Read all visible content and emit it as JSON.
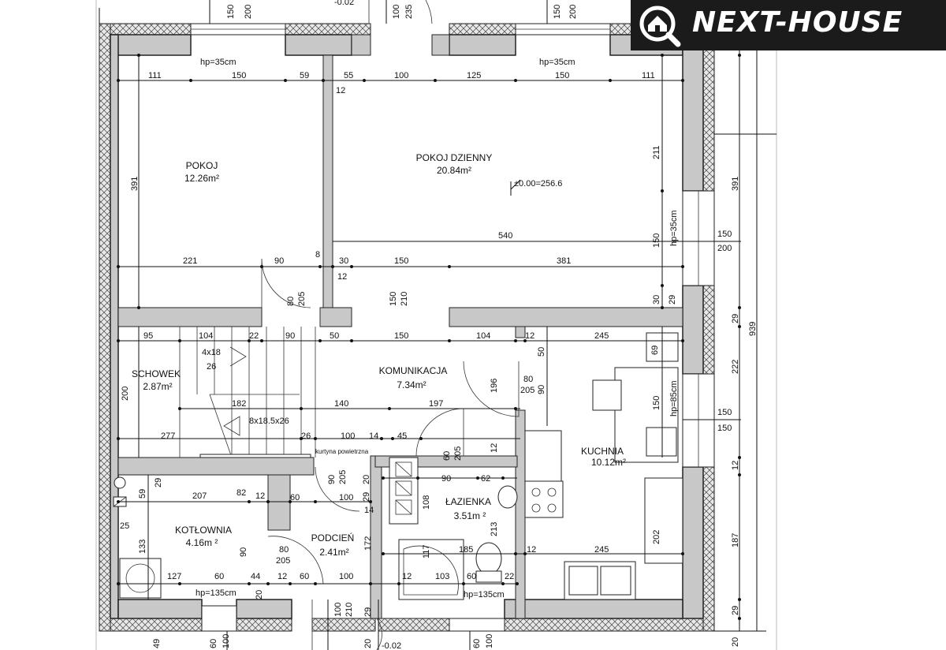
{
  "brand": {
    "name": "NEXT-HOUSE",
    "colors": {
      "logo_bg": "#1b1b1b",
      "logo_fg": "#ffffff",
      "wall": "#c8c8c8",
      "line": "#111111"
    },
    "icon": "house-magnifier-icon"
  },
  "rooms": [
    {
      "id": "pokoj",
      "name": "POKOJ",
      "area": "12.26m²"
    },
    {
      "id": "dzienny",
      "name": "POKOJ DZIENNY",
      "area": "20.84m²"
    },
    {
      "id": "schowek",
      "name": "SCHOWEK",
      "area": "2.87m²"
    },
    {
      "id": "komunikacja",
      "name": "KOMUNIKACJA",
      "area": "7.34m²"
    },
    {
      "id": "kuchnia",
      "name": "KUCHNIA",
      "area": "10.12m²"
    },
    {
      "id": "lazienka",
      "name": "ŁAZIENKA",
      "area": "3.51m ²"
    },
    {
      "id": "kotlownia",
      "name": "KOTŁOWNIA",
      "area": "4.16m ²"
    },
    {
      "id": "podcien",
      "name": "PODCIEŃ",
      "area": "2.41m²"
    }
  ],
  "level_marks": {
    "main": "±0.00=256.6",
    "top": "-0.02",
    "bottom": "-0.02"
  },
  "notes": {
    "kurtyna": "kurtyna powietrzna",
    "stairs_a": "4x18",
    "stairs_a2": "26",
    "stairs_b": "8x18.5x26"
  },
  "dims": {
    "top_window_a_1": "150",
    "top_window_a_2": "200",
    "top_door_1": "100",
    "top_door_2": "235",
    "top_window_b_1": "150",
    "top_window_b_2": "200",
    "hp_l": "hp=35cm",
    "hp_r": "hp=35cm",
    "r1_111": "111",
    "r1_150a": "150",
    "r1_59": "59",
    "r1_55": "55",
    "r1_100": "100",
    "r1_125": "125",
    "r1_150b": "150",
    "r1_111b": "111",
    "r1_12": "12",
    "v_391": "391",
    "v_211": "211",
    "v_hp35": "hp=35cm",
    "v_150": "150",
    "v_30": "30",
    "v_29": "29",
    "r540": "540",
    "r2_221": "221",
    "r2_90": "90",
    "r2_8": "8",
    "r2_30": "30",
    "r2_150": "150",
    "r2_381": "381",
    "r2_12": "12",
    "door_80": "80",
    "door_205": "205",
    "door_150": "150",
    "door_210": "210",
    "r3_95": "95",
    "r3_104a": "104",
    "r3_22": "22",
    "r3_90": "90",
    "r3_50": "50",
    "r3_150": "150",
    "r3_104b": "104",
    "r3_12": "12",
    "r3_245": "245",
    "v_200": "200",
    "v_50": "50",
    "v_196": "196",
    "v_90a": "90",
    "v_69": "69",
    "k_80": "80",
    "k_205": "205",
    "v_150k": "150",
    "v_hp85": "hp=85cm",
    "r4_182": "182",
    "r4_140": "140",
    "r4_197": "197",
    "r5_277": "277",
    "r5_26": "26",
    "r5_100": "100",
    "r5_14": "14",
    "r5_45": "45",
    "d_90": "90",
    "d_205": "205",
    "d_20": "20",
    "d_29": "29",
    "d_60": "60",
    "d_90b": "90",
    "d_62": "62",
    "d_12": "12",
    "r6_207": "207",
    "r6_82": "82",
    "r6_12": "12",
    "r6_60": "60",
    "r6_100": "100",
    "r6_108": "108",
    "k_59": "59",
    "k_29": "29",
    "k_25": "25",
    "k_133": "133",
    "k_90": "90",
    "k_14": "14",
    "k_172": "172",
    "k_213": "213",
    "k_202": "202",
    "r7_185": "185",
    "r7_12": "12",
    "r7_245": "245",
    "r7_117": "117",
    "r7_80": "80",
    "r7_205": "205",
    "r8_127": "127",
    "r8_60": "60",
    "r8_44": "44",
    "r8_12": "12",
    "r8_60b": "60",
    "r8_100": "100",
    "r8_12b": "12",
    "r8_103": "103",
    "r8_60c": "60",
    "r8_22": "22",
    "hp135a": "hp=135cm",
    "hp135b": "hp=135cm",
    "v_20": "20",
    "b_49": "49",
    "b_60": "60",
    "b_100": "100",
    "b_100b": "100",
    "b_210": "210",
    "b_29": "29",
    "b_20": "20",
    "b_60b": "60",
    "b_100c": "100",
    "rc_29a": "29",
    "rc_391": "391",
    "rc_150": "150",
    "rc_200": "200",
    "rc_29b": "29",
    "rc_939": "939",
    "rc_222": "222",
    "rc_150b": "150",
    "rc_150c": "150",
    "rc_12": "12",
    "rc_187": "187",
    "rc_29c": "29",
    "rc_20": "20"
  }
}
